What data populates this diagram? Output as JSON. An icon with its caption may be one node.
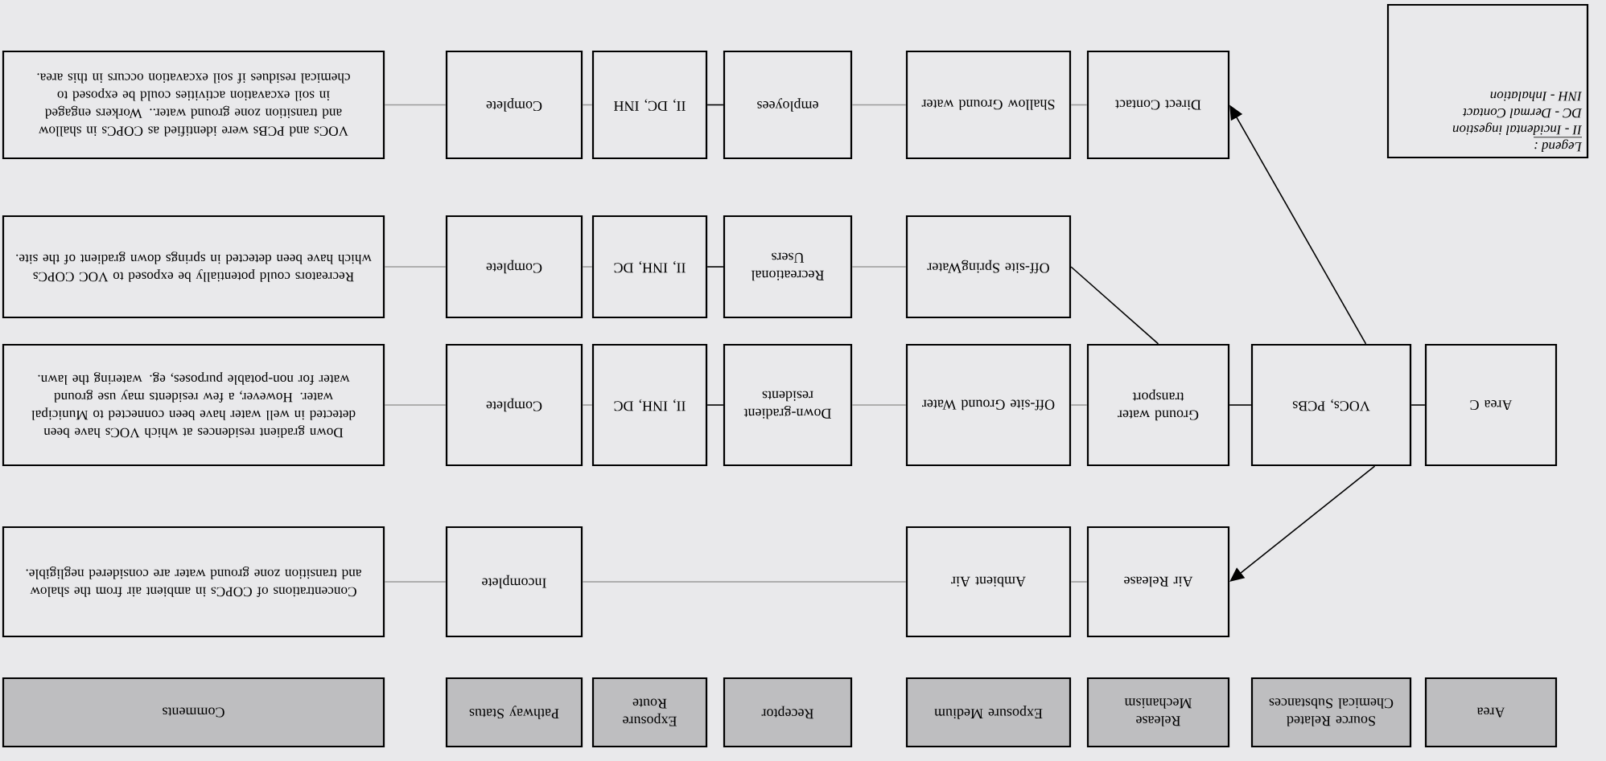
{
  "diagram": {
    "nodes": [
      {
        "text": [
          "VOCs and PCBs were identified as COPCs in shallow and transition zone ground water.. Workers engaged in soil excavation activities could be exposed to chemical residues if soil excavation occurs in this area."
        ]
      },
      {
        "text": [
          "Complete"
        ]
      },
      {
        "text": [
          "II, DC, INH"
        ]
      },
      {
        "text": [
          "employees"
        ]
      },
      {
        "text": [
          "Shallow Ground water"
        ]
      },
      {
        "text": [
          "Direct Contact"
        ]
      },
      {
        "text": [
          "Legend :",
          "II - Incidental ingestion",
          "DC - Dermal Contact",
          "INH - Inhalation"
        ]
      },
      {
        "text": [
          "Recreators could potentially be exposed to VOC COPCs which have been detected in springs down gradient of the site."
        ]
      },
      {
        "text": [
          "Complete"
        ]
      },
      {
        "text": [
          "II, INH, DC"
        ]
      },
      {
        "text": [
          "Recreational Users"
        ]
      },
      {
        "text": [
          "Off-site SpringWater"
        ]
      },
      {
        "text": [
          "Down gradient residences at which VOCs have been detected in well water have been connected to Municipal water. However, a few residents may use ground water for non-potable purposes, eg. watering the lawn."
        ]
      },
      {
        "text": [
          "Complete"
        ]
      },
      {
        "text": [
          "II, INH, DC"
        ]
      },
      {
        "text": [
          "Down-gradient residents"
        ]
      },
      {
        "text": [
          "Off-site Ground Water"
        ]
      },
      {
        "text": [
          "Ground water transport"
        ]
      },
      {
        "text": [
          "VOCs, PCBs"
        ]
      },
      {
        "text": [
          "Area C"
        ]
      },
      {
        "text": [
          "Concentrations of COPCs in ambient air from the shalow and transition zone ground water are considered negligible."
        ]
      },
      {
        "text": [
          "Incomplete"
        ]
      },
      {
        "text": [
          "Ambient Air"
        ]
      },
      {
        "text": [
          "Air Release"
        ]
      },
      {
        "text": [
          "Comments"
        ]
      },
      {
        "text": [
          "Pathway Status"
        ]
      },
      {
        "text": [
          "Exposure Route"
        ]
      },
      {
        "text": [
          "Receptor"
        ]
      },
      {
        "text": [
          "Exposure Medium"
        ]
      },
      {
        "text": [
          "Release Mechanism"
        ]
      },
      {
        "text": [
          "Source Related Chemical Substances"
        ]
      },
      {
        "text": [
          "Area"
        ]
      }
    ],
    "edges": [
      {
        "from": 19,
        "to": 18,
        "arrow": "none",
        "color": "#000000"
      },
      {
        "from": 18,
        "to": 23,
        "arrow": "to",
        "color": "#000000"
      },
      {
        "from": 18,
        "to": 5,
        "arrow": "to",
        "color": "#000000"
      },
      {
        "from": 18,
        "to": 17,
        "arrow": "none",
        "color": "#000000"
      },
      {
        "from": 17,
        "to": 16,
        "arrow": "none"
      },
      {
        "from": 17,
        "to": 11,
        "arrow": "none",
        "color": "#000000"
      },
      {
        "from": 23,
        "to": 22,
        "arrow": "none"
      },
      {
        "from": 22,
        "to": 21,
        "arrow": "none"
      },
      {
        "from": 21,
        "to": 20,
        "arrow": "none"
      },
      {
        "from": 16,
        "to": 15,
        "arrow": "none"
      },
      {
        "from": 15,
        "to": 14,
        "arrow": "none",
        "color": "#000000"
      },
      {
        "from": 14,
        "to": 13,
        "arrow": "none"
      },
      {
        "from": 13,
        "to": 12,
        "arrow": "none"
      },
      {
        "from": 11,
        "to": 10,
        "arrow": "none"
      },
      {
        "from": 10,
        "to": 9,
        "arrow": "none",
        "color": "#000000"
      },
      {
        "from": 9,
        "to": 8,
        "arrow": "none"
      },
      {
        "from": 8,
        "to": 7,
        "arrow": "none"
      },
      {
        "from": 5,
        "to": 4,
        "arrow": "none"
      },
      {
        "from": 4,
        "to": 3,
        "arrow": "none"
      },
      {
        "from": 3,
        "to": 2,
        "arrow": "none",
        "color": "#000000"
      },
      {
        "from": 2,
        "to": 1,
        "arrow": "none"
      },
      {
        "from": 1,
        "to": 0,
        "arrow": "none"
      }
    ]
  }
}
